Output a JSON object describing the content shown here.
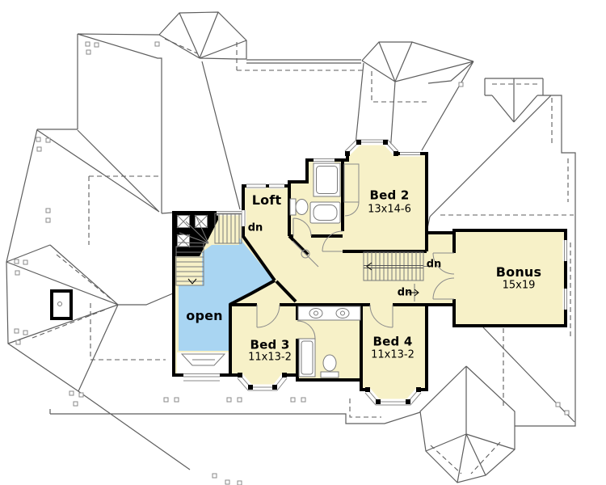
{
  "plan": {
    "type": "second-floor-plan",
    "stair_label": "dn",
    "rooms": [
      {
        "id": "loft",
        "name": "Loft",
        "dims": ""
      },
      {
        "id": "bed2",
        "name": "Bed 2",
        "dims": "13x14-6"
      },
      {
        "id": "bonus",
        "name": "Bonus",
        "dims": "15x19"
      },
      {
        "id": "bed3",
        "name": "Bed 3",
        "dims": "11x13-2"
      },
      {
        "id": "bed4",
        "name": "Bed 4",
        "dims": "11x13-2"
      },
      {
        "id": "open",
        "name": "open",
        "dims": ""
      }
    ]
  },
  "colors": {
    "floor_fill": "#F7F1C8",
    "open_fill": "#A9D5F2",
    "wall": "#000000",
    "roof_line": "#5E5E5E"
  }
}
